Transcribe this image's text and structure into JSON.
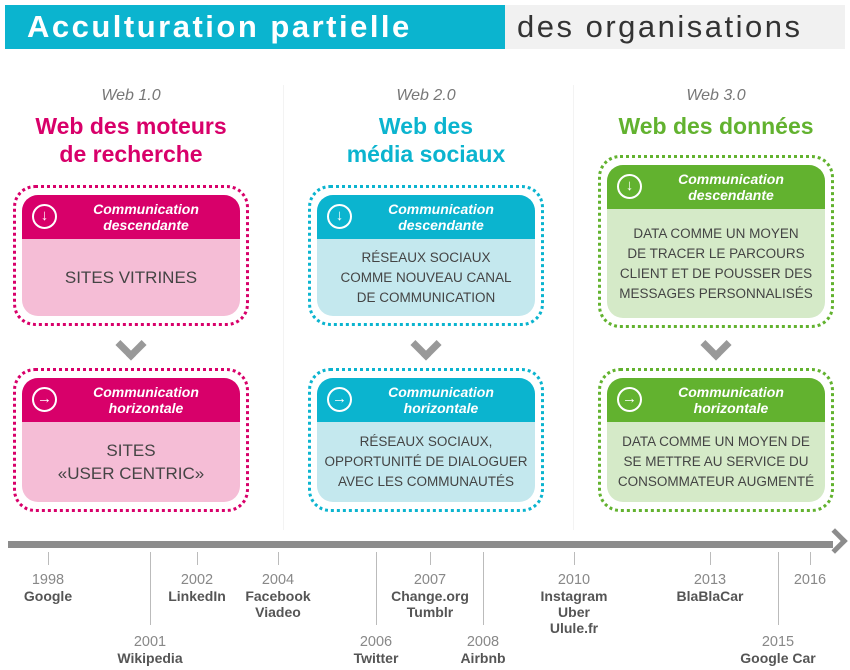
{
  "title": {
    "part1": "Acculturation partielle",
    "part2": "des organisations"
  },
  "colors": {
    "cyan": "#0bb4cf",
    "magenta": "#d8006a",
    "green": "#62b22f"
  },
  "columns": [
    {
      "web": "Web 1.0",
      "heading": [
        "Web des moteurs",
        "de recherche"
      ],
      "color": "#d8006a",
      "light": "#f5bdd6",
      "top": {
        "icon": "arrow-down-circle-icon",
        "label": [
          "Communication",
          "descendante"
        ],
        "body": [
          "SITES VITRINES"
        ]
      },
      "bottom": {
        "icon": "arrow-right-circle-icon",
        "label": [
          "Communication",
          "horizontale"
        ],
        "body": [
          "SITES",
          "«USER CENTRIC»"
        ]
      }
    },
    {
      "web": "Web 2.0",
      "heading": [
        "Web des",
        "média sociaux"
      ],
      "color": "#0bb4cf",
      "light": "#c4e8ee",
      "top": {
        "icon": "arrow-down-circle-icon",
        "label": [
          "Communication",
          "descendante"
        ],
        "body": [
          "RÉSEAUX SOCIAUX",
          "COMME NOUVEAU CANAL",
          "DE COMMUNICATION"
        ]
      },
      "bottom": {
        "icon": "arrow-right-circle-icon",
        "label": [
          "Communication",
          "horizontale"
        ],
        "body": [
          "RÉSEAUX SOCIAUX,",
          "OPPORTUNITÉ DE DIALOGUER",
          "AVEC LES COMMUNAUTÉS"
        ]
      }
    },
    {
      "web": "Web 3.0",
      "heading": [
        "Web des données"
      ],
      "color": "#62b22f",
      "light": "#d5eac8",
      "top": {
        "icon": "arrow-down-circle-icon",
        "label": [
          "Communication",
          "descendante"
        ],
        "body": [
          "DATA COMME UN MOYEN",
          "DE TRACER LE  PARCOURS",
          "CLIENT ET DE POUSSER  DES",
          "MESSAGES PERSONNALISÉS"
        ]
      },
      "bottom": {
        "icon": "arrow-right-circle-icon",
        "label": [
          "Communication",
          "horizontale"
        ],
        "body": [
          "DATA COMME UN MOYEN DE",
          "SE METTRE AU SERVICE DU",
          "CONSOMMATEUR AUGMENTÉ"
        ]
      }
    }
  ],
  "timeline": [
    {
      "year": "1998",
      "names": [
        "Google"
      ],
      "pos": "top"
    },
    {
      "year": "2001",
      "names": [
        "Wikipedia"
      ],
      "pos": "bottom"
    },
    {
      "year": "2002",
      "names": [
        "LinkedIn"
      ],
      "pos": "top"
    },
    {
      "year": "2004",
      "names": [
        "Facebook",
        "Viadeo"
      ],
      "pos": "top"
    },
    {
      "year": "2006",
      "names": [
        "Twitter"
      ],
      "pos": "bottom"
    },
    {
      "year": "2007",
      "names": [
        "Change.org",
        "Tumblr"
      ],
      "pos": "top"
    },
    {
      "year": "2008",
      "names": [
        "Airbnb"
      ],
      "pos": "bottom"
    },
    {
      "year": "2010",
      "names": [
        "Instagram",
        "Uber",
        "Ulule.fr"
      ],
      "pos": "top"
    },
    {
      "year": "2013",
      "names": [
        "BlaBlaCar"
      ],
      "pos": "top"
    },
    {
      "year": "2015",
      "names": [
        "Google Car"
      ],
      "pos": "bottom"
    },
    {
      "year": "2016",
      "names": [],
      "pos": "top"
    }
  ]
}
